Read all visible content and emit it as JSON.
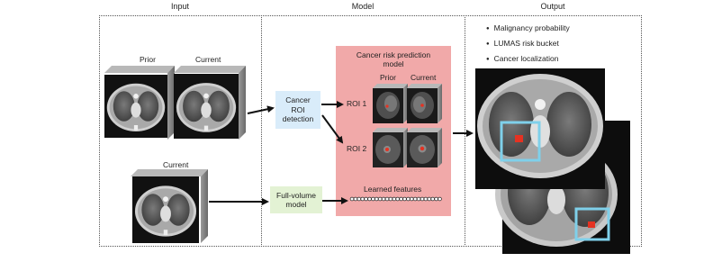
{
  "sections": {
    "input": "Input",
    "model": "Model",
    "output": "Output"
  },
  "input": {
    "prior_label": "Prior",
    "current_label": "Current",
    "current_single_label": "Current"
  },
  "model": {
    "roi_detection": [
      "Cancer",
      "ROI",
      "detection"
    ],
    "full_volume": [
      "Full-volume",
      "model"
    ],
    "risk_title": [
      "Cancer risk prediction",
      "model"
    ],
    "prior_label": "Prior",
    "current_label": "Current",
    "roi1_label": "ROI 1",
    "roi2_label": "ROI 2",
    "learned_features": "Learned features"
  },
  "output": {
    "bullets": [
      "Malignancy probability",
      "LUMAS risk bucket",
      "Cancer localization"
    ]
  },
  "colors": {
    "roi_detection_bg": "#d9ecfa",
    "full_volume_bg": "#e3f2d4",
    "risk_panel_bg": "#f1a9a9",
    "localization_box": "#7fd0ea",
    "lesion": "#e53222"
  }
}
